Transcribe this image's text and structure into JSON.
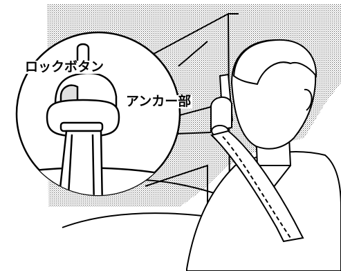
{
  "labels": {
    "lock_button": "ロックボタン",
    "anchor": "アンカー部"
  },
  "colors": {
    "line": "#000000",
    "background": "#ffffff",
    "shading": "#bdbdbd"
  },
  "icons": {
    "illustration": "seatbelt-anchor-illustration"
  }
}
